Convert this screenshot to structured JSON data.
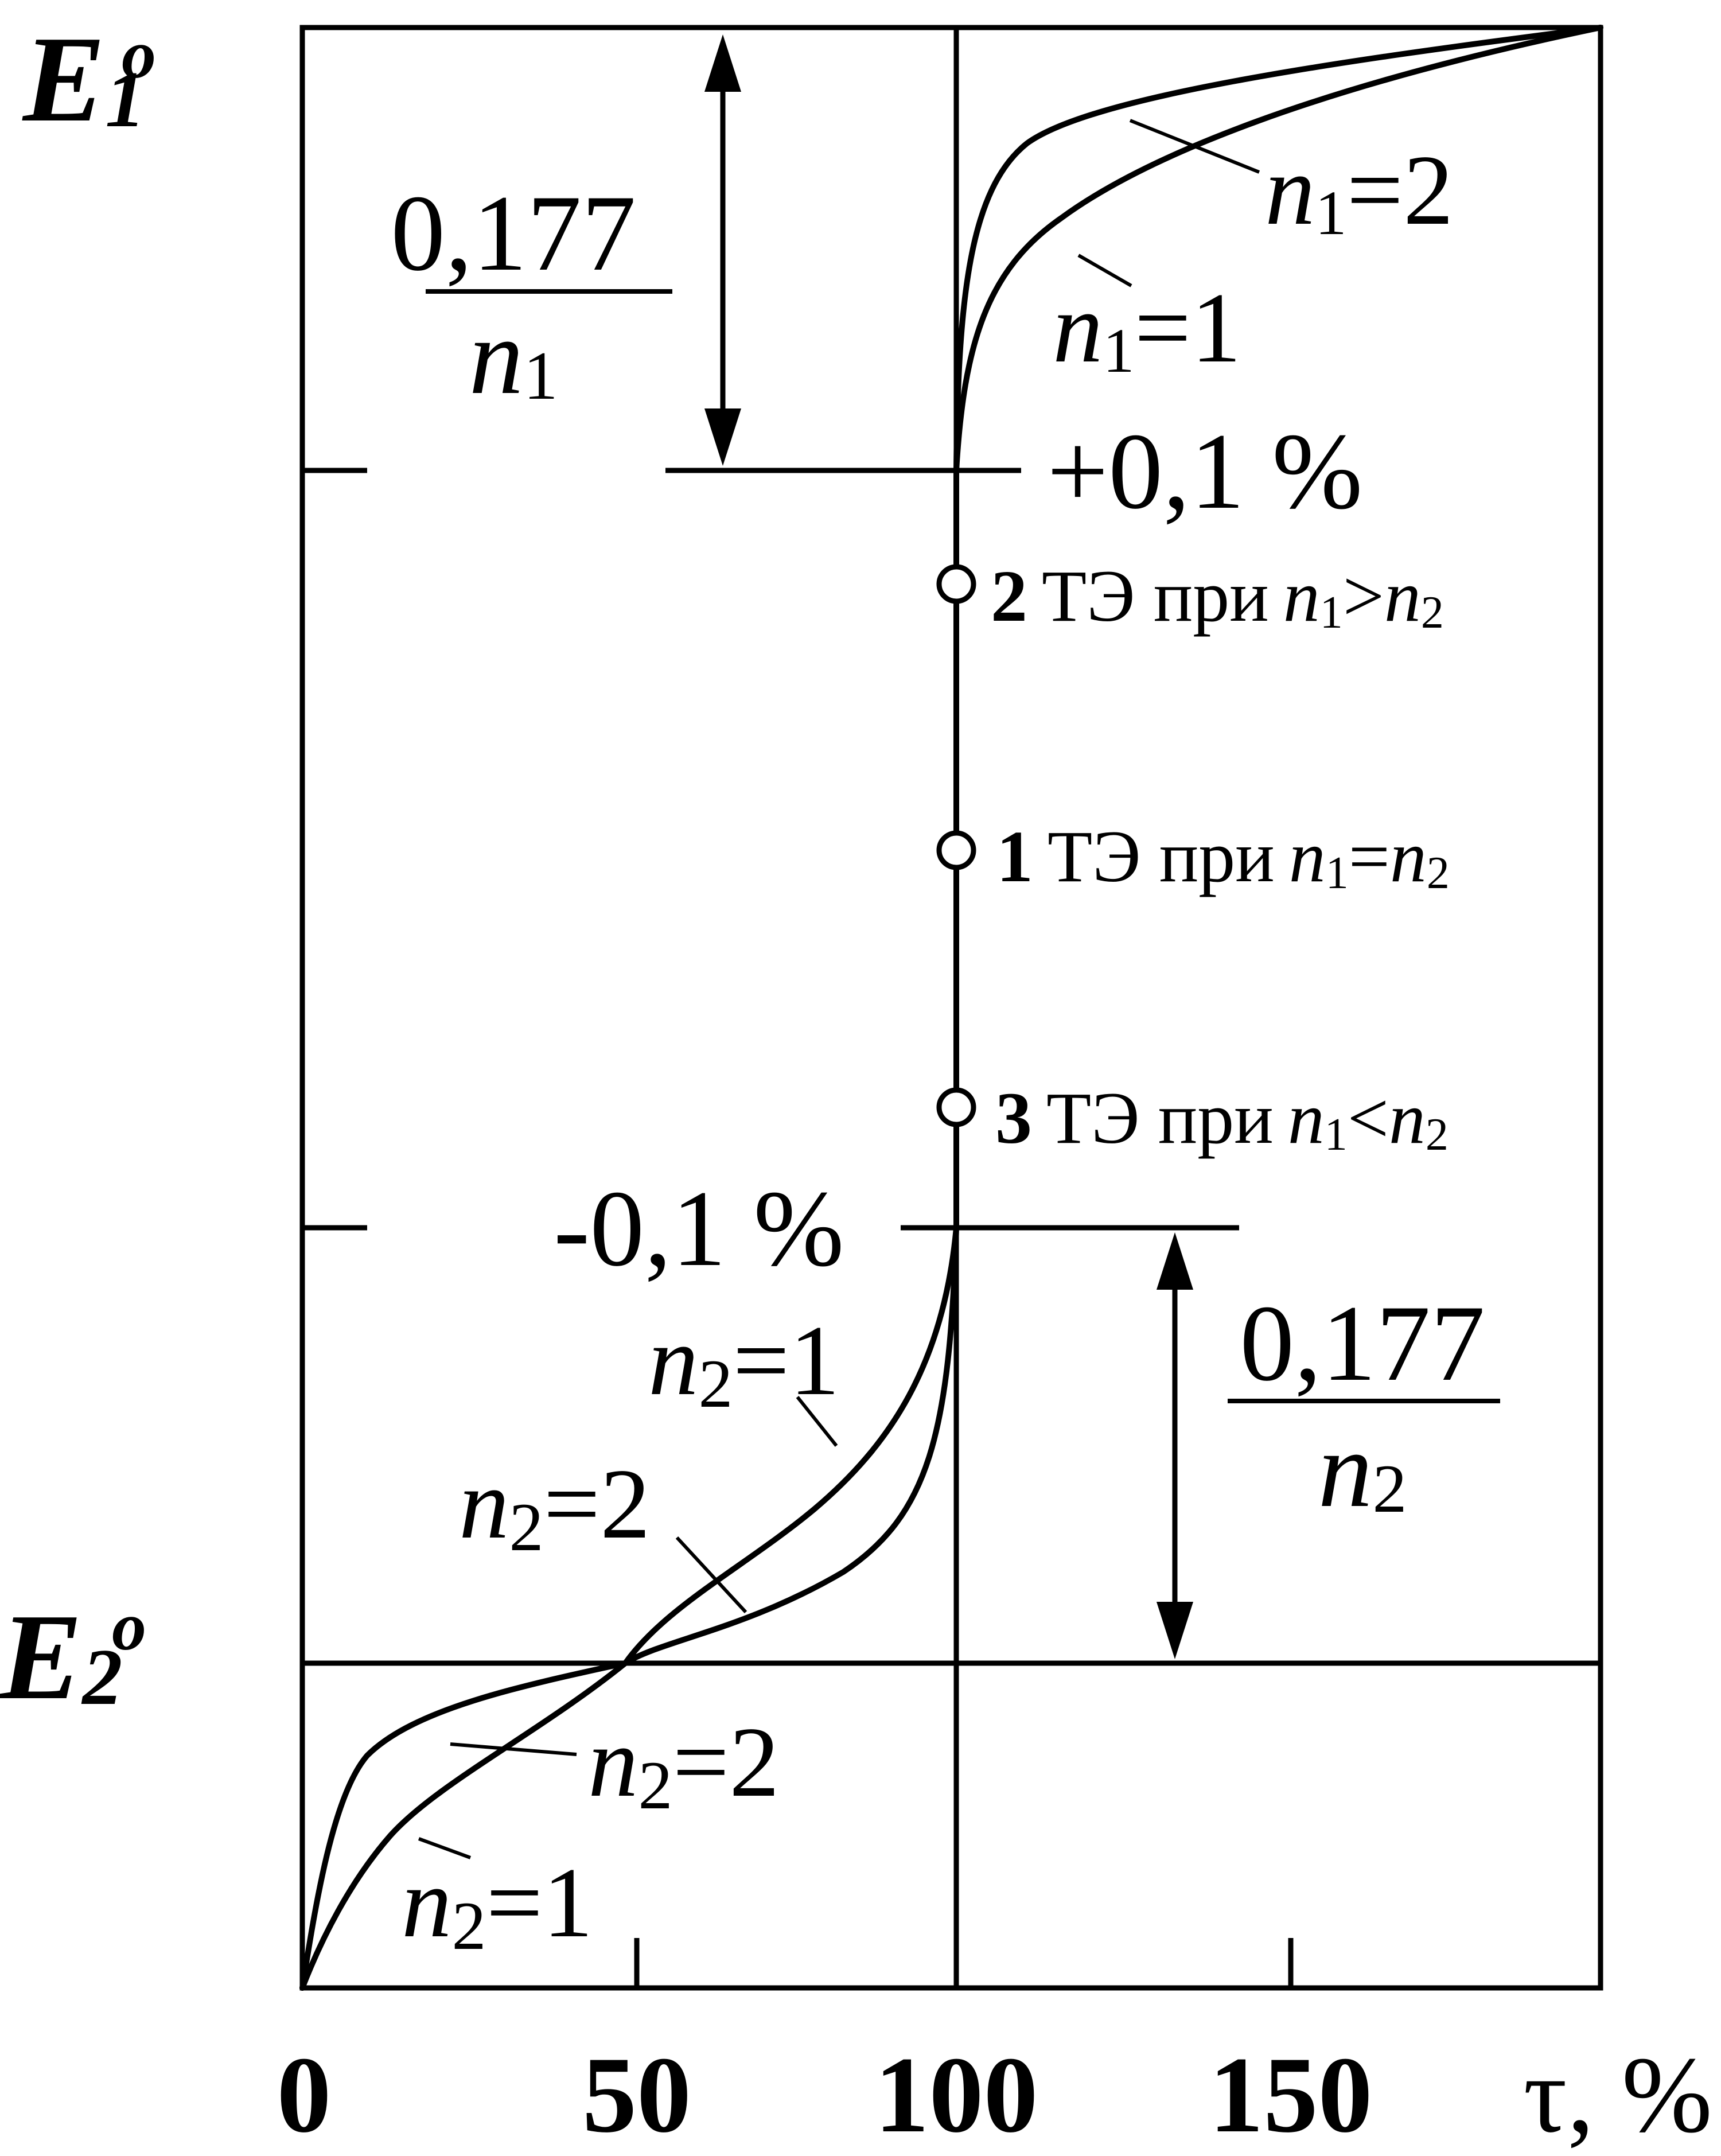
{
  "chart_data": {
    "type": "line",
    "title": "",
    "y_labels": {
      "top": {
        "main": "E",
        "sub": "1",
        "sup": "o"
      },
      "bottom": {
        "main": "E",
        "sub": "2",
        "sup": "o"
      }
    },
    "xlabel": "τ, %",
    "x_ticks": [
      "0",
      "50",
      "100",
      "150"
    ],
    "xlim": [
      0,
      200
    ],
    "level_labels": {
      "upper": "+0,1 %",
      "lower": "-0,1 %"
    },
    "span_labels": [
      {
        "numerator": "0,177",
        "den_var": "n",
        "den_sub": "1"
      },
      {
        "numerator": "0,177",
        "den_var": "n",
        "den_sub": "2"
      }
    ],
    "equivalence_points": [
      {
        "number": "2",
        "text": "ТЭ при",
        "v1": "n",
        "s1": "1",
        "rel": ">",
        "v2": "n",
        "s2": "2"
      },
      {
        "number": "1",
        "text": "ТЭ при",
        "v1": "n",
        "s1": "1",
        "rel": "=",
        "v2": "n",
        "s2": "2"
      },
      {
        "number": "3",
        "text": "ТЭ при",
        "v1": "n",
        "s1": "1",
        "rel": "<",
        "v2": "n",
        "s2": "2"
      }
    ],
    "curve_labels": {
      "n1_2": {
        "var": "n",
        "sub": "1",
        "val": "=2"
      },
      "n1_1": {
        "var": "n",
        "sub": "1",
        "val": "=1"
      },
      "n2_1_upper": {
        "var": "n",
        "sub": "2",
        "val": "=1"
      },
      "n2_2_upper": {
        "var": "n",
        "sub": "2",
        "val": "=2"
      },
      "n2_2_lower": {
        "var": "n",
        "sub": "2",
        "val": "=2"
      },
      "n2_1_lower": {
        "var": "n",
        "sub": "2",
        "val": "=1"
      }
    }
  }
}
